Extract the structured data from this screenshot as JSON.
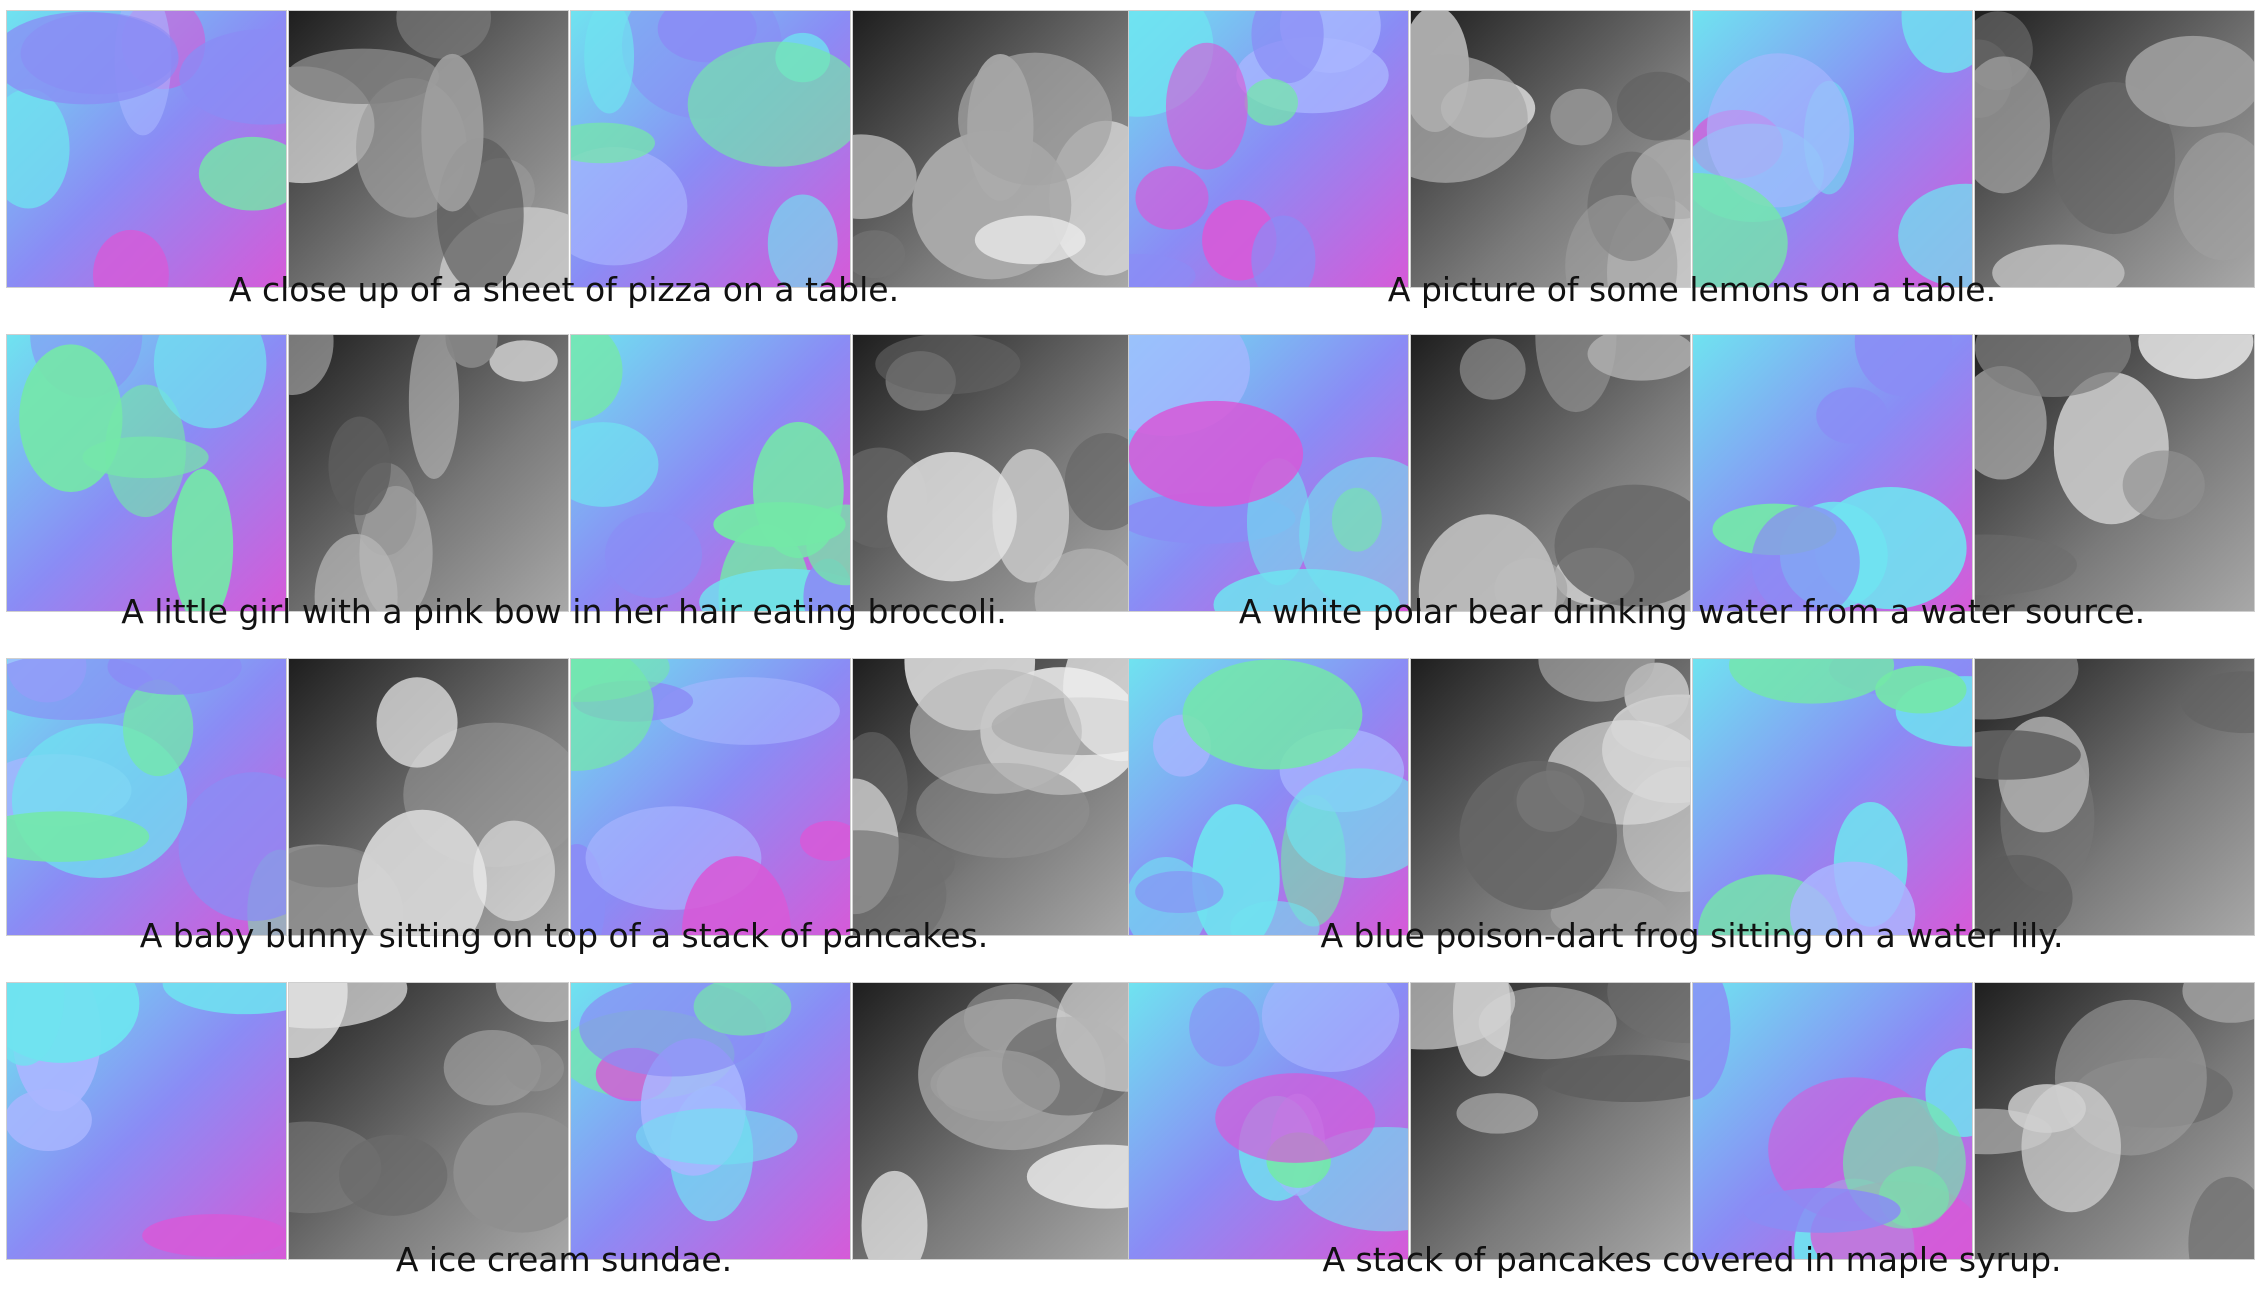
{
  "figure": {
    "rows": [
      {
        "left_caption": "A close up of a sheet of pizza on a table.",
        "right_caption": "A picture of some lemons on a table."
      },
      {
        "left_caption": "A little girl with a pink bow in her hair eating broccoli.",
        "right_caption": "A white polar bear drinking water from a water source."
      },
      {
        "left_caption": "A baby bunny sitting on top of a stack of pancakes.",
        "right_caption": "A blue poison-dart frog sitting on a water lily."
      },
      {
        "left_caption": "A ice cream sundae.",
        "right_caption": "A stack of pancakes covered in maple syrup."
      }
    ],
    "tile_types": [
      "normal-map",
      "depth-map",
      "normal-map",
      "depth-map"
    ],
    "colors": {
      "normal_base": "#8a8cf5",
      "normal_cyan": "#6fe3f0",
      "normal_magenta": "#d65ad8",
      "normal_green": "#74e8a8",
      "depth_dark": "#1e1e1e",
      "depth_light": "#e6e6e6"
    }
  }
}
